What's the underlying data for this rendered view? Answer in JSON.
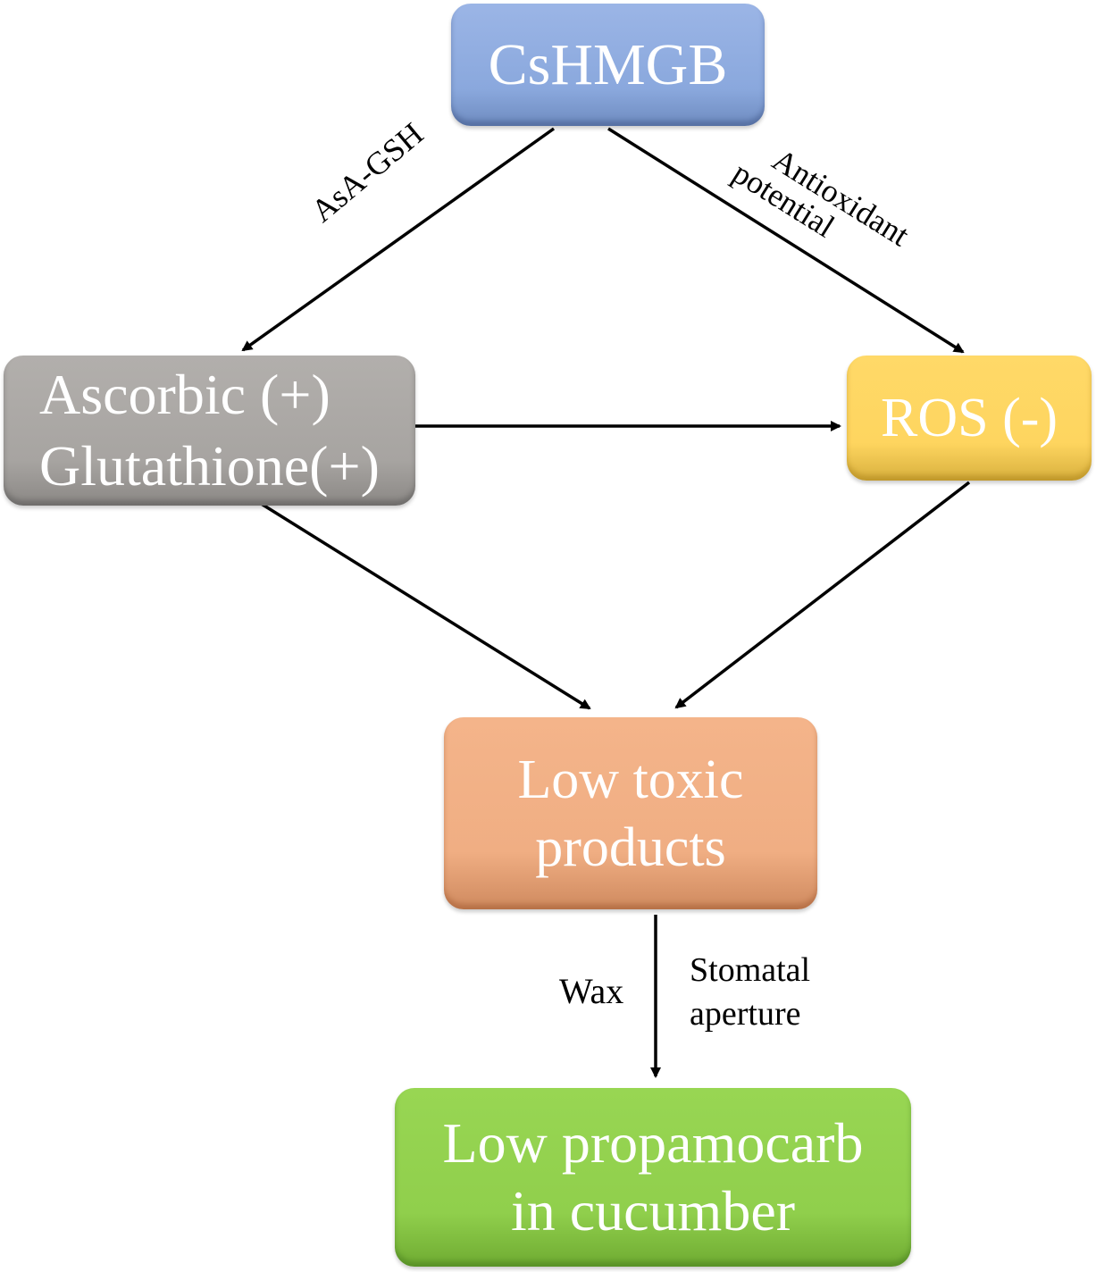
{
  "nodes": {
    "cshmgb": {
      "lines": [
        "CsHMGB"
      ],
      "color": "#8eabdf"
    },
    "antioxidants": {
      "lines": [
        "Ascorbic (+)",
        "Glutathione(+)"
      ],
      "color": "#a9a6a3"
    },
    "ros": {
      "lines": [
        "ROS (-)"
      ],
      "color": "#fed761"
    },
    "low_toxic": {
      "lines": [
        "Low toxic",
        "products"
      ],
      "color": "#f1b085"
    },
    "low_propamocarb": {
      "lines": [
        "Low propamocarb",
        "in cucumber"
      ],
      "color": "#92d050"
    }
  },
  "edge_labels": {
    "asa_gsh": "AsA-GSH",
    "antioxidant_potential": [
      "Antioxidant",
      "potential"
    ],
    "wax": "Wax",
    "stomatal_aperture": [
      "Stomatal",
      "aperture"
    ]
  },
  "edges": [
    {
      "from": "cshmgb",
      "to": "antioxidants",
      "label": "AsA-GSH"
    },
    {
      "from": "cshmgb",
      "to": "ros",
      "label": "Antioxidant potential"
    },
    {
      "from": "antioxidants",
      "to": "ros"
    },
    {
      "from": "antioxidants",
      "to": "low_toxic"
    },
    {
      "from": "ros",
      "to": "low_toxic"
    },
    {
      "from": "low_toxic",
      "to": "low_propamocarb",
      "label": "Wax / Stomatal aperture"
    }
  ]
}
